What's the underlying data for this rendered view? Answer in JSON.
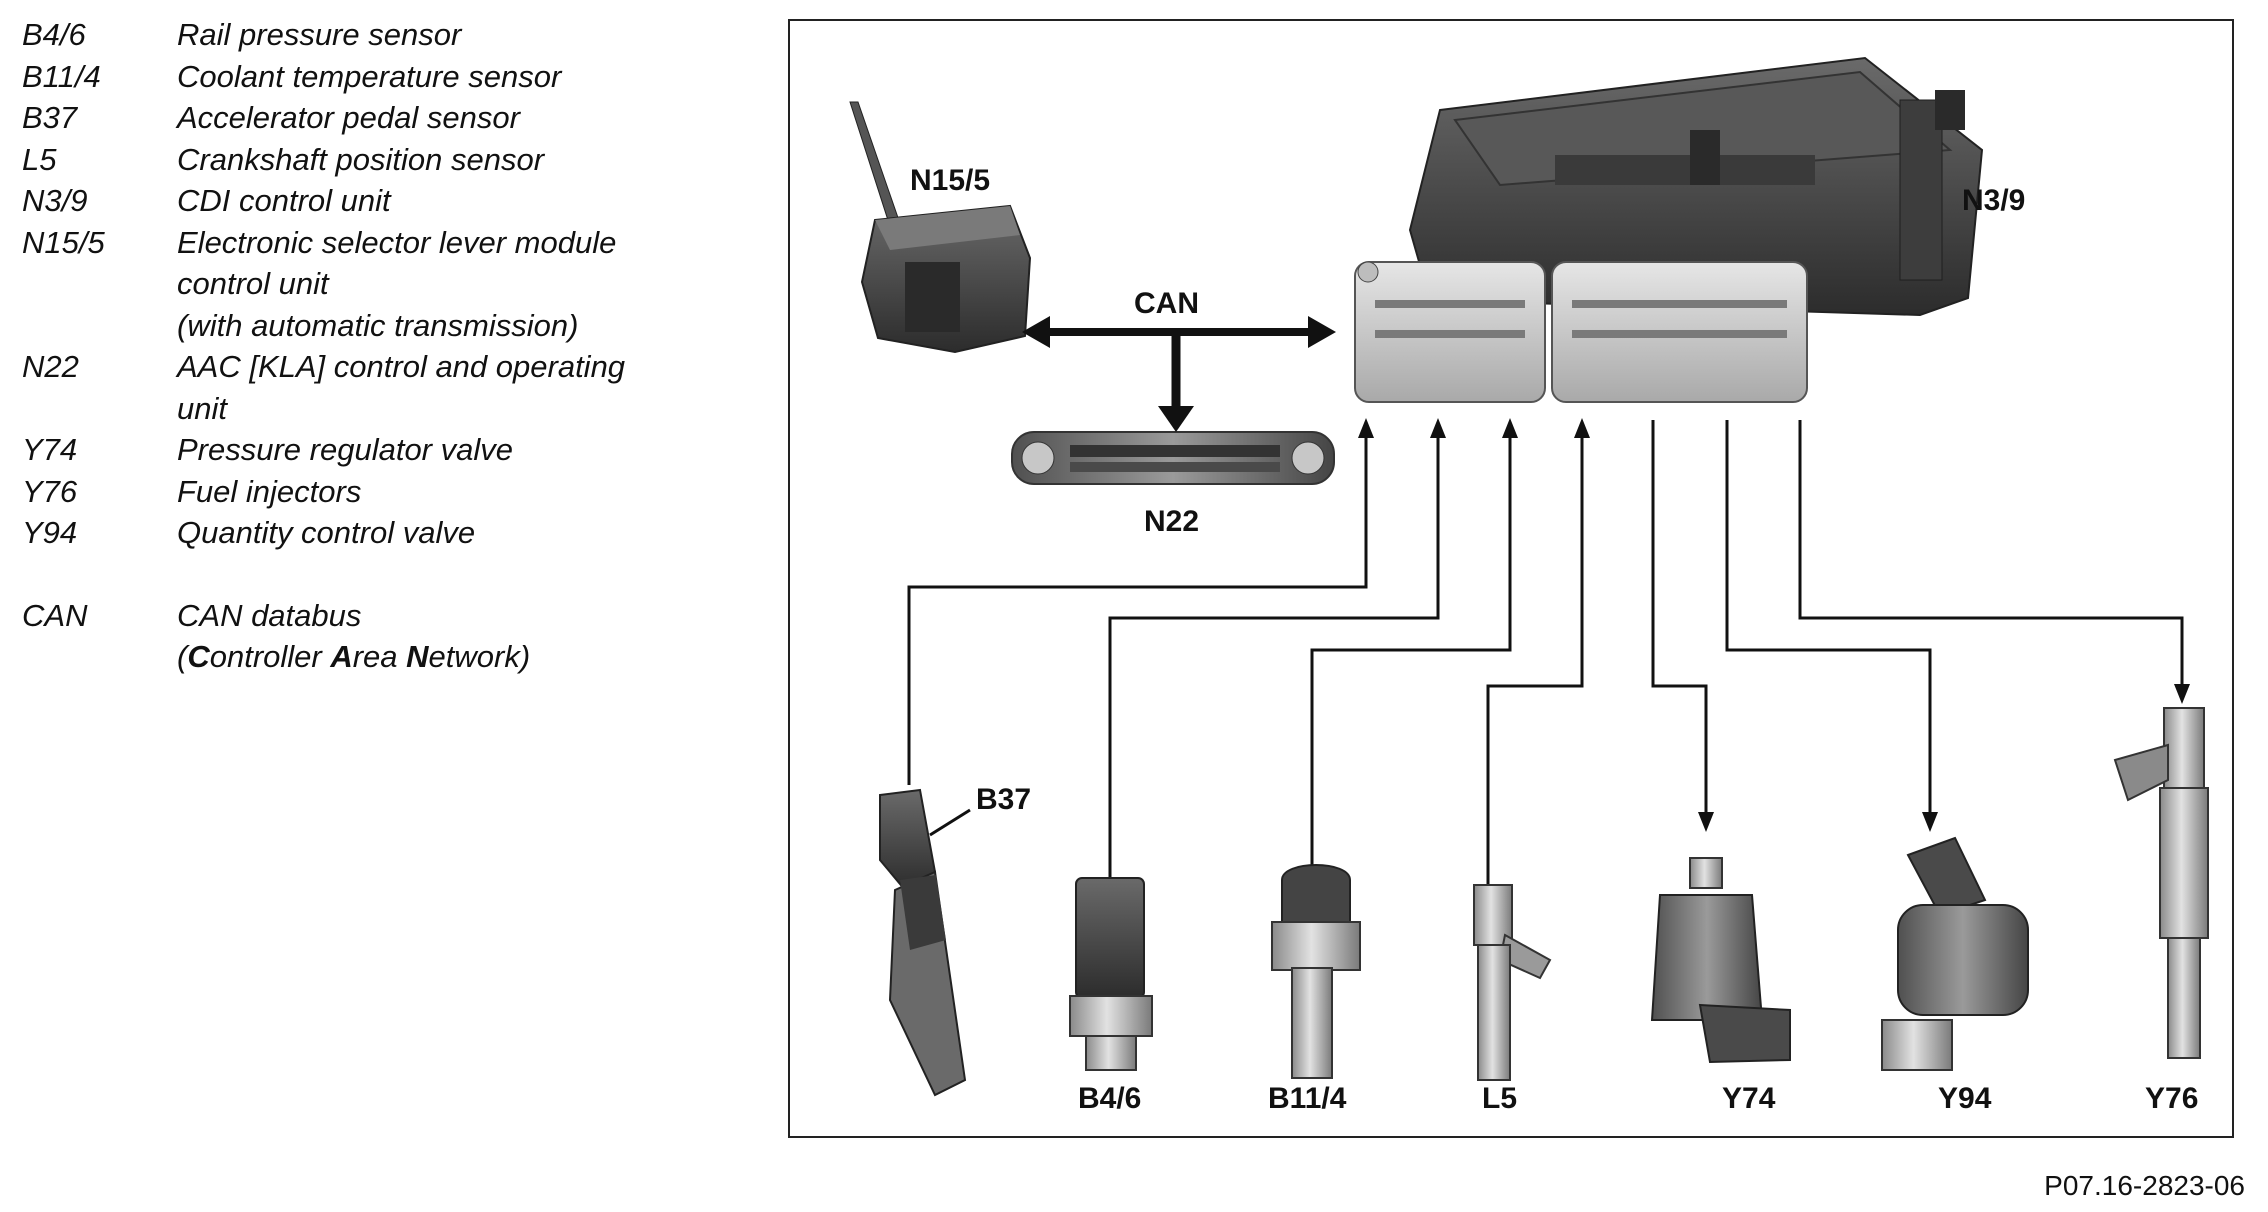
{
  "legend": [
    {
      "code": "B4/6",
      "desc": [
        "Rail pressure sensor"
      ]
    },
    {
      "code": "B11/4",
      "desc": [
        "Coolant temperature sensor"
      ]
    },
    {
      "code": "B37",
      "desc": [
        "Accelerator pedal sensor"
      ]
    },
    {
      "code": "L5",
      "desc": [
        "Crankshaft position sensor"
      ]
    },
    {
      "code": "N3/9",
      "desc": [
        "CDI control unit"
      ]
    },
    {
      "code": "N15/5",
      "desc": [
        "Electronic selector lever module",
        "control unit",
        "(with automatic transmission)"
      ]
    },
    {
      "code": "N22",
      "desc": [
        "AAC [KLA] control and operating",
        "unit"
      ]
    },
    {
      "code": "Y74",
      "desc": [
        "Pressure regulator valve"
      ]
    },
    {
      "code": "Y76",
      "desc": [
        "Fuel injectors"
      ]
    },
    {
      "code": "Y94",
      "desc": [
        "Quantity control valve"
      ]
    }
  ],
  "can_entry": {
    "code": "CAN",
    "line1": "CAN databus",
    "line2": {
      "open": "(",
      "c": "C",
      "ontroller": "ontroller ",
      "a": "A",
      "rea": "rea ",
      "n": "N",
      "etwork": "etwork)"
    }
  },
  "diagram": {
    "labels": {
      "n15_5": "N15/5",
      "n3_9": "N3/9",
      "can": "CAN",
      "n22": "N22",
      "b37": "B37",
      "b4_6": "B4/6",
      "b11_4": "B11/4",
      "l5": "L5",
      "y74": "Y74",
      "y94": "Y94",
      "y76": "Y76"
    }
  },
  "figure_ref": "P07.16-2823-06"
}
